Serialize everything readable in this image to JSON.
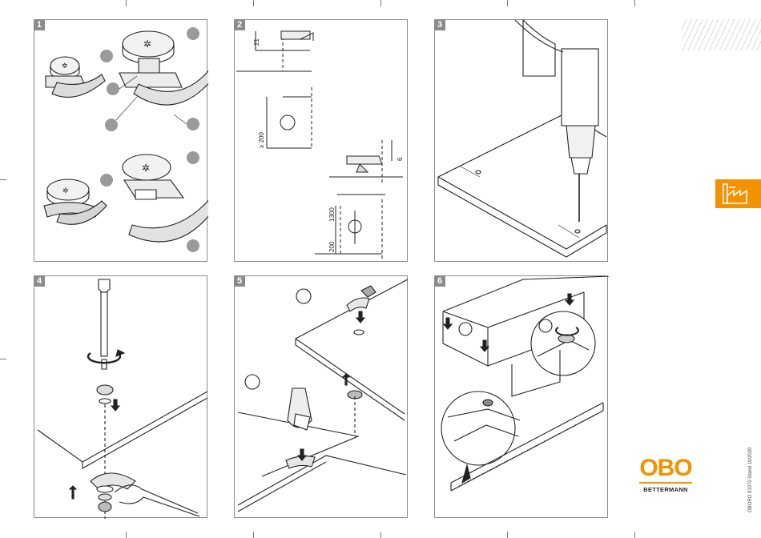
{
  "panels": [
    {
      "number": "1"
    },
    {
      "number": "2",
      "dimensions": [
        "21",
        "≥ 200",
        "6",
        "1300",
        "200"
      ]
    },
    {
      "number": "3"
    },
    {
      "number": "4"
    },
    {
      "number": "5"
    },
    {
      "number": "6"
    }
  ],
  "brand": {
    "logo_text": "OBO",
    "logo_subtext": "BETTERMANN",
    "accent_color": "#f39200"
  },
  "document_code": "OBORO 91070 Stand 10/2020",
  "icons": [
    "factory-icon",
    "hatch-pattern"
  ]
}
